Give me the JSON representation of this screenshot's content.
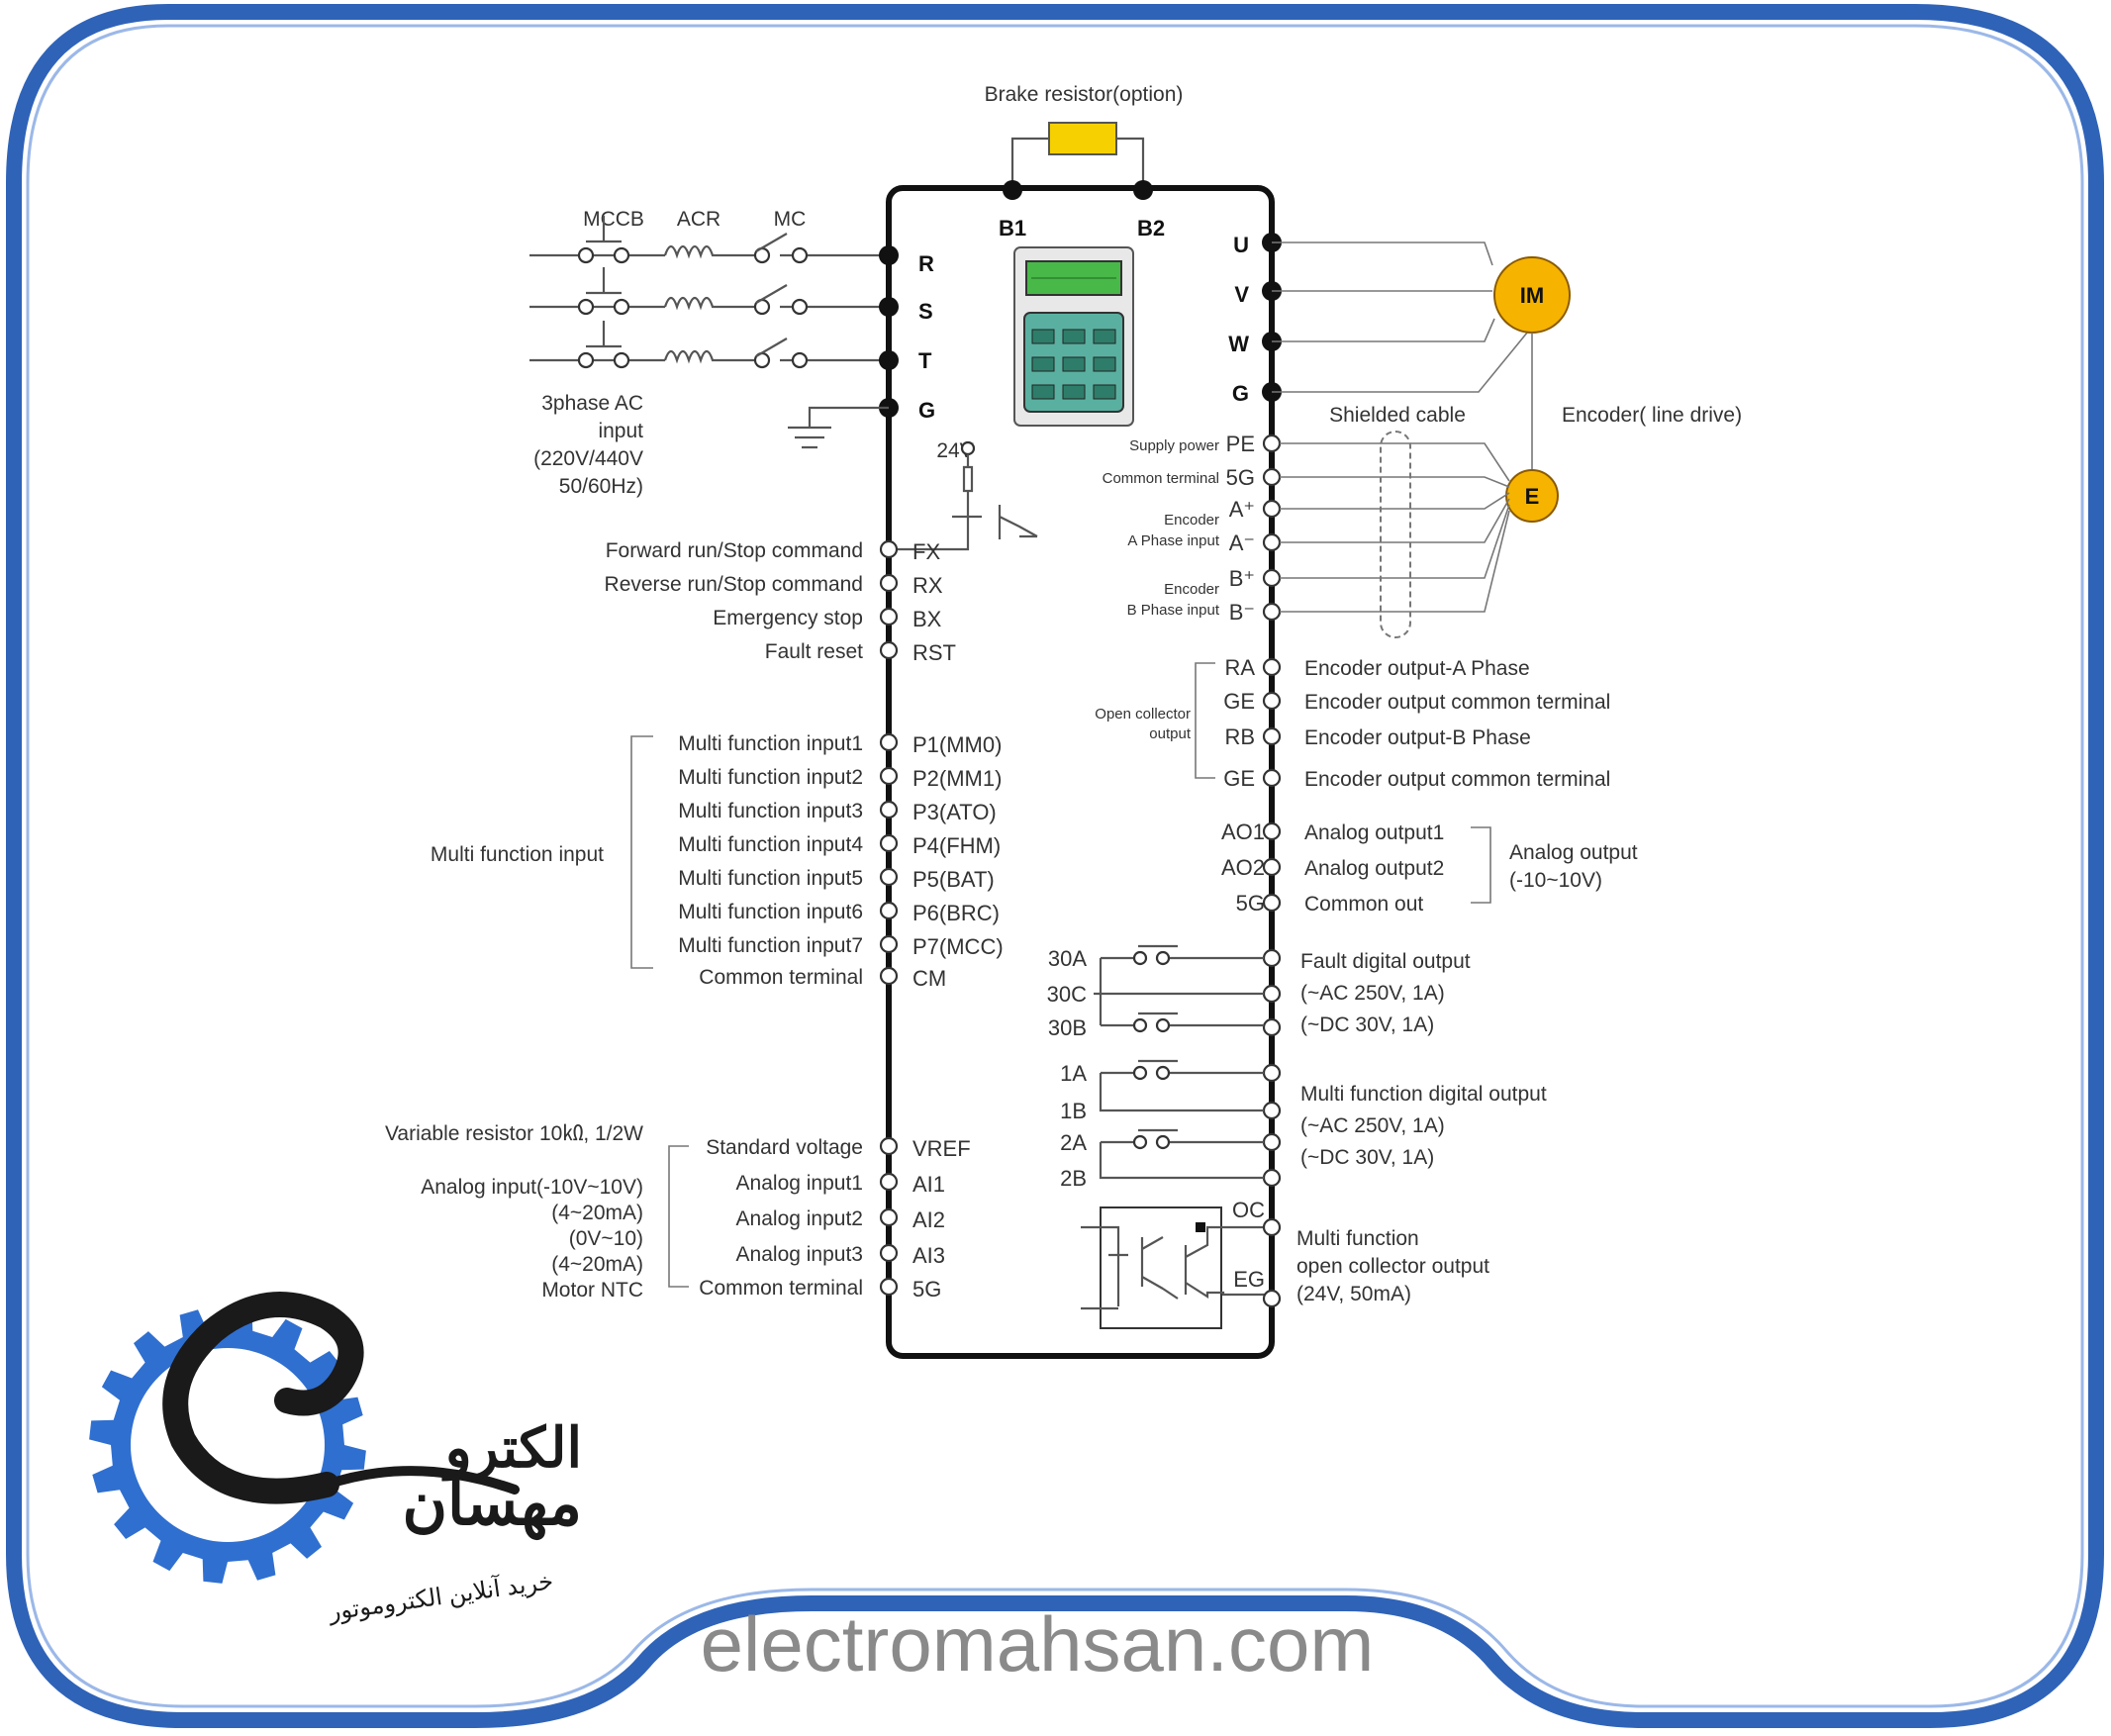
{
  "colors": {
    "border_blue": "#2f63b8",
    "motor_fill": "#f6b400",
    "resistor_fill": "#f6d000",
    "lcd_green": "#48b848",
    "logo_blue": "#2f6fd0",
    "logo_dark": "#1a1a1a",
    "watermark_gray": "#8a8a8a"
  },
  "top": {
    "brake_resistor": "Brake resistor(option)",
    "b1": "B1",
    "b2": "B2"
  },
  "input_side": {
    "mccb": "MCCB",
    "acr": "ACR",
    "mc": "MC",
    "supply_line1": "3phase AC",
    "supply_line2": "input",
    "supply_line3": "(220V/440V",
    "supply_line4": "50/60Hz)",
    "r": "R",
    "s": "S",
    "t": "T",
    "g": "G"
  },
  "output_side": {
    "u": "U",
    "v": "V",
    "w": "W",
    "g": "G",
    "motor": "IM",
    "encoder": "E",
    "shielded_cable": "Shielded cable",
    "encoder_type": "Encoder( line drive)"
  },
  "control_left": {
    "v24": "24V",
    "rows": [
      {
        "label": "Forward run/Stop command",
        "pin": "FX"
      },
      {
        "label": "Reverse run/Stop command",
        "pin": "RX"
      },
      {
        "label": "Emergency stop",
        "pin": "BX"
      },
      {
        "label": "Fault reset",
        "pin": "RST"
      }
    ],
    "multi_group": "Multi function input",
    "multi_rows": [
      {
        "label": "Multi function input1",
        "pin": "P1(MM0)"
      },
      {
        "label": "Multi function input2",
        "pin": "P2(MM1)"
      },
      {
        "label": "Multi function input3",
        "pin": "P3(ATO)"
      },
      {
        "label": "Multi function input4",
        "pin": "P4(FHM)"
      },
      {
        "label": "Multi function input5",
        "pin": "P5(BAT)"
      },
      {
        "label": "Multi function input6",
        "pin": "P6(BRC)"
      },
      {
        "label": "Multi function input7",
        "pin": "P7(MCC)"
      },
      {
        "label": "Common terminal",
        "pin": "CM"
      }
    ],
    "analog_rows": [
      {
        "label": "Standard voltage",
        "pin": "VREF"
      },
      {
        "label": "Analog input1",
        "pin": "AI1"
      },
      {
        "label": "Analog input2",
        "pin": "AI2"
      },
      {
        "label": "Analog input3",
        "pin": "AI3"
      },
      {
        "label": "Common terminal",
        "pin": "5G"
      }
    ],
    "var_resistor": "Variable resistor 10㏀, 1/2W",
    "analog_desc": [
      "Analog input(-10V~10V)",
      "(4~20mA)",
      "(0V~10)",
      "(4~20mA)",
      "Motor NTC"
    ]
  },
  "control_right": {
    "encoder_pins": [
      {
        "pin": "PE",
        "label": "Supply power"
      },
      {
        "pin": "5G",
        "label": "Common terminal"
      },
      {
        "pin": "A⁺",
        "label": ""
      },
      {
        "pin": "A⁻",
        "label": ""
      },
      {
        "pin": "B⁺",
        "label": ""
      },
      {
        "pin": "B⁻",
        "label": ""
      }
    ],
    "enc_a_label1": "Encoder",
    "enc_a_label2": "A Phase input",
    "enc_b_label1": "Encoder",
    "enc_b_label2": "B Phase input",
    "oc_group_line1": "Open collector",
    "oc_group_line2": "output",
    "enc_out": [
      {
        "pin": "RA",
        "label": "Encoder output-A Phase"
      },
      {
        "pin": "GE",
        "label": "Encoder output common terminal"
      },
      {
        "pin": "RB",
        "label": "Encoder output-B Phase"
      },
      {
        "pin": "GE",
        "label": "Encoder output common terminal"
      }
    ],
    "analog_out": [
      {
        "pin": "AO1",
        "label": "Analog output1"
      },
      {
        "pin": "AO2",
        "label": "Analog output2"
      },
      {
        "pin": "5G",
        "label": "Common out"
      }
    ],
    "analog_out_group1": "Analog output",
    "analog_out_group2": "(-10~10V)",
    "relay30": [
      "30A",
      "30C",
      "30B"
    ],
    "fault_lines": [
      "Fault digital output",
      "(~AC 250V, 1A)",
      "(~DC 30V, 1A)"
    ],
    "relay12": [
      "1A",
      "1B",
      "2A",
      "2B"
    ],
    "mfdo_lines": [
      "Multi function digital output",
      "(~AC 250V, 1A)",
      "(~DC 30V, 1A)"
    ],
    "oc": "OC",
    "eg": "EG",
    "mfoc_lines": [
      "Multi function",
      "open collector output",
      "(24V, 50mA)"
    ]
  },
  "logo": {
    "line1": "الکترو",
    "line2": "مهسان",
    "tagline": "خرید آنلاین الکتروموتور",
    "website": "electromahsan.com"
  }
}
